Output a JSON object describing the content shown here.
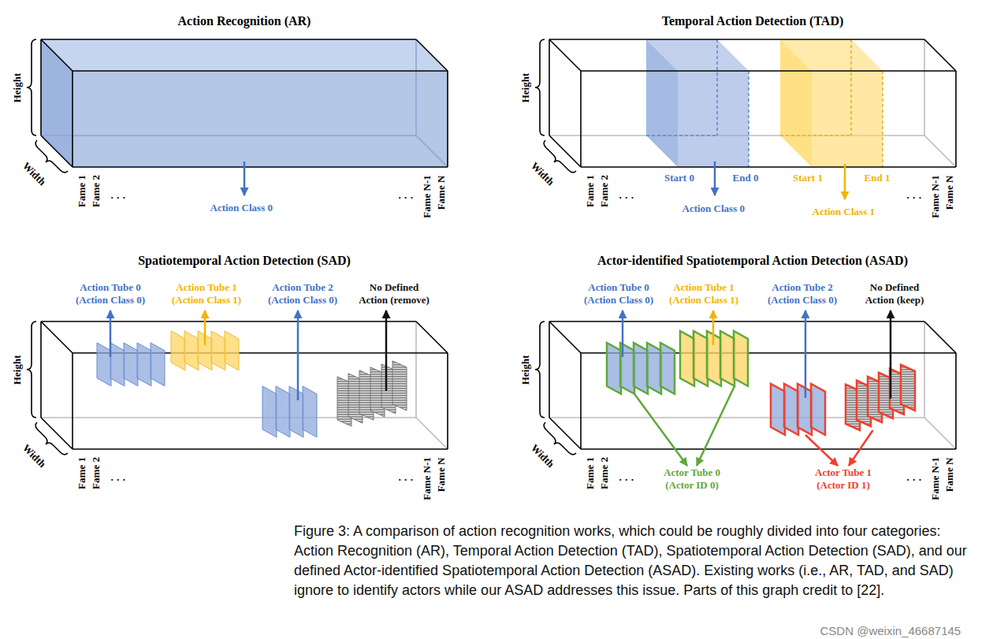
{
  "diagram": {
    "caption": "Figure 3: A comparison of action recognition works, which could be roughly divided into four categories: Action Recognition (AR), Temporal Action Detection (TAD), Spatiotemporal Action Detection (SAD), and our defined Actor-identified Spatiotemporal Action Detection (ASAD). Existing works (i.e., AR, TAD, and SAD) ignore to identify actors while our ASAD addresses this issue. Parts of this graph credit to [22].",
    "nodes": [
      {
        "text": [
          "Action Recognition (AR)"
        ]
      },
      {
        "text": [
          "Temporal Action Detection (TAD)"
        ]
      },
      {
        "text": [
          "Spatiotemporal Action Detection (SAD)"
        ]
      },
      {
        "text": [
          "Action Tube 0 (Action Class 0)"
        ],
        "in": 2
      },
      {
        "text": [
          "Action Tube 1 (Action Class 1)"
        ],
        "in": 2
      },
      {
        "text": [
          "Action Tube 2 (Action Class 0)"
        ],
        "in": 2
      },
      {
        "text": [
          "No Defined Action (remove)"
        ],
        "in": 2
      },
      {
        "text": [
          "Actor-identified Spatiotemporal Action Detection (ASAD)"
        ]
      },
      {
        "text": [
          "Action Tube 0 (Action Class 0)"
        ],
        "in": 7
      },
      {
        "text": [
          "Action Tube 1 (Action Class 1)"
        ],
        "in": 7
      },
      {
        "text": [
          "Action Tube 2 (Action Class 0)"
        ],
        "in": 7
      },
      {
        "text": [
          "No Defined Action (keep)"
        ],
        "in": 7
      },
      {
        "text": [
          "Actor Tube 0 (Actor ID 0)"
        ],
        "in": 7
      },
      {
        "text": [
          "Actor Tube 1 (Actor ID 1)"
        ],
        "in": 7
      }
    ],
    "edges": [
      {
        "from": 8,
        "to": 12,
        "arrow": "to"
      },
      {
        "from": 9,
        "to": 12,
        "arrow": "to"
      },
      {
        "from": 10,
        "to": 13,
        "arrow": "to"
      },
      {
        "from": 11,
        "to": 13,
        "arrow": "to"
      }
    ],
    "labels": [
      "Height",
      "Width",
      "Fame 1",
      "Fame 2",
      "· · ·",
      "· · ·",
      "Fame N-1",
      "Fame N",
      "Action Class 0",
      "Height",
      "Width",
      "Fame 1",
      "Fame 2",
      "· · ·",
      "· · ·",
      "Fame N-1",
      "Fame N",
      "Start 0",
      "End 0",
      "Action Class 0",
      "Start 1",
      "End 1",
      "Action Class 1",
      "Height",
      "Width",
      "Fame 1",
      "Fame 2",
      "· · ·",
      "· · ·",
      "Fame N-1",
      "Fame N",
      "Height",
      "Width",
      "Fame 1",
      "Fame 2",
      "· · ·",
      "· · ·",
      "Fame N-1",
      "Fame N",
      "CSDN @weixin_46687145"
    ]
  }
}
